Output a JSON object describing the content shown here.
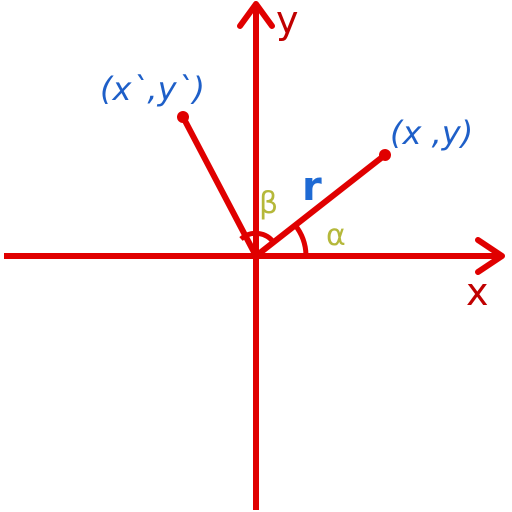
{
  "colors": {
    "line": "#e00000",
    "axis_label": "#c00000",
    "point_label": "#1e5fc8",
    "angle_label": "#b5b83a",
    "radius_label": "#1e6ad4"
  },
  "labels": {
    "x_axis": "x",
    "y_axis": "y",
    "point_original": "(x ,y)",
    "point_rotated": "(x`,y`)",
    "radius": "r",
    "angle_alpha": "α",
    "angle_beta": "β"
  }
}
